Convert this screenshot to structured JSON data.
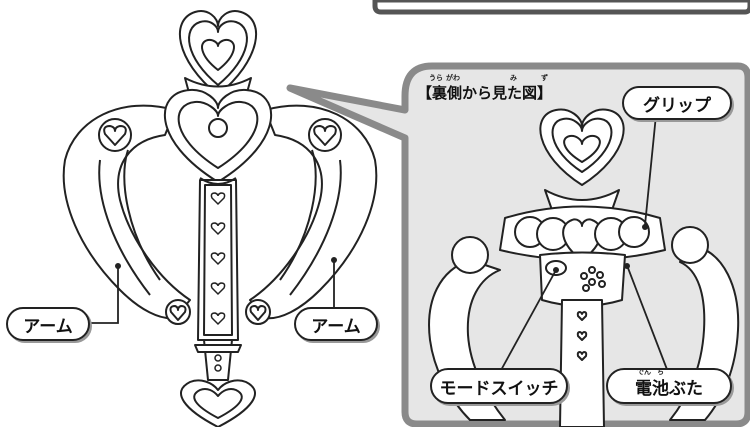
{
  "labels": {
    "arm_left": "アーム",
    "arm_right": "アーム",
    "grip": "グリップ",
    "mode_switch": "モードスイッチ",
    "battery_cover": "電池ぶた",
    "battery_cover_ruby_1": "でん",
    "battery_cover_ruby_2": "ち"
  },
  "inset": {
    "title": "【裏側から見た図】",
    "ruby": [
      "うら",
      "がわ",
      "み",
      "ず"
    ]
  },
  "colors": {
    "line": "#222222",
    "panel_bg": "#e6e6e6",
    "callout_bar": "#8a8a8a",
    "label_bg": "#ffffff"
  }
}
